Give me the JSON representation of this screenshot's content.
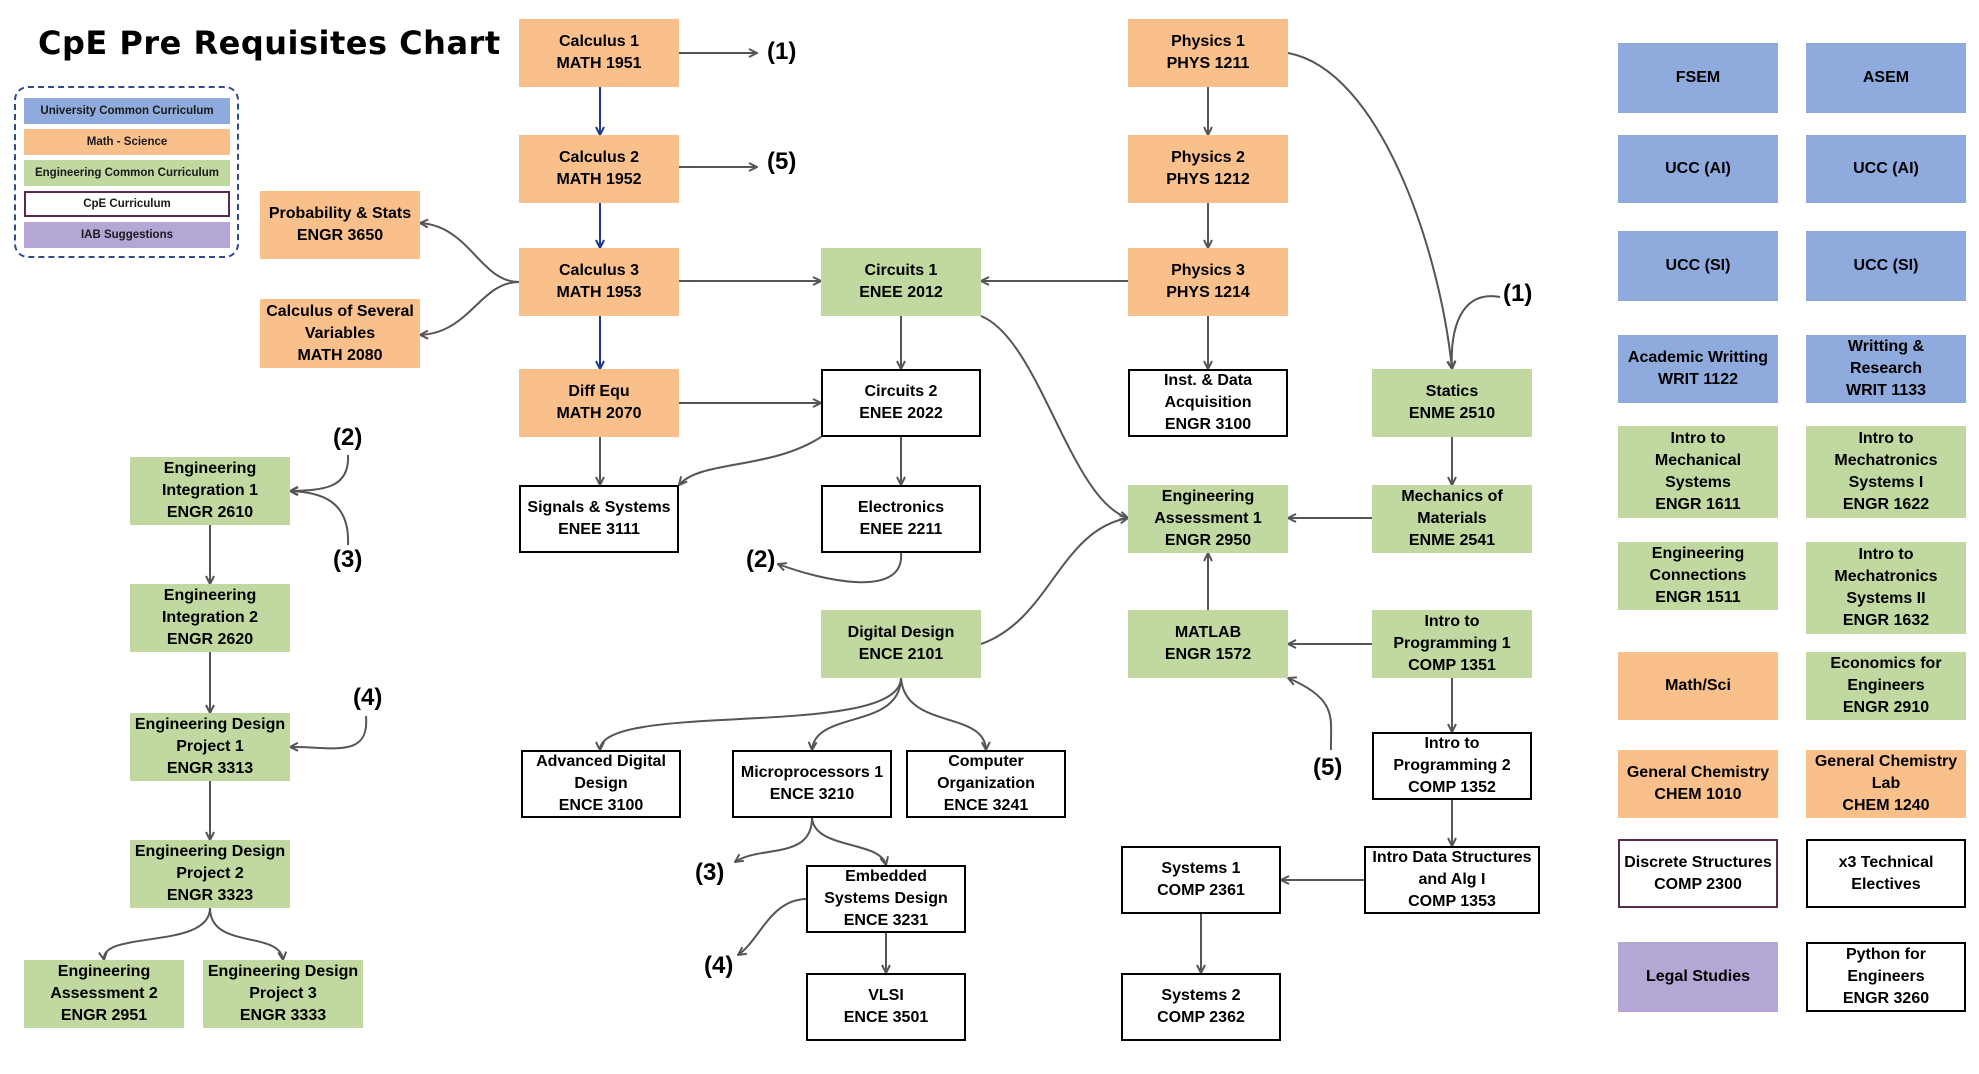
{
  "title": "CpE Pre Requisites Chart",
  "legend": {
    "ucc": "University Common Curriculum",
    "ms": "Math - Science",
    "ecc": "Engineering Common Curriculum",
    "cpe": "CpE Curriculum",
    "iab": "IAB Suggestions"
  },
  "colors": {
    "ucc": "#8faadc",
    "math_science": "#f9c08c",
    "ecc": "#c1d8a0",
    "cpe": "#ffffff",
    "iab": "#b4a7d6",
    "arrow": "#555555",
    "calc_arrow": "#1f3a93"
  },
  "courses": {
    "calc1": "Calculus 1\nMATH 1951",
    "calc2": "Calculus 2\nMATH 1952",
    "calc3": "Calculus 3\nMATH 1953",
    "diffeq": "Diff Equ\nMATH 2070",
    "probstats": "Probability & Stats\nENGR 3650",
    "calcsev": "Calculus of Several\nVariables\nMATH 2080",
    "phys1": "Physics 1\nPHYS 1211",
    "phys2": "Physics 2\nPHYS 1212",
    "phys3": "Physics 3\nPHYS 1214",
    "instdaq": "Inst. & Data\nAcquisition\nENGR 3100",
    "circuits1": "Circuits 1\nENEE 2012",
    "circuits2": "Circuits 2\nENEE 2022",
    "signals": "Signals & Systems\nENEE 3111",
    "electronics": "Electronics\nENEE 2211",
    "digital": "Digital Design\nENCE 2101",
    "advdigital": "Advanced Digital\nDesign\nENCE 3100",
    "micro": "Microprocessors 1\nENCE 3210",
    "comporg": "Computer\nOrganization\nENCE 3241",
    "embedded": "Embedded\nSystems Design\nENCE 3231",
    "vlsi": "VLSI\nENCE 3501",
    "statics": "Statics\nENME 2510",
    "mechmat": "Mechanics of\nMaterials\nENME 2541",
    "assess1": "Engineering\nAssessment 1\nENGR 2950",
    "matlab": "MATLAB\nENGR 1572",
    "prog1": "Intro to\nProgramming 1\nCOMP 1351",
    "prog2": "Intro to\nProgramming 2\nCOMP 1352",
    "datastruct": "Intro Data Structures\nand Alg I\nCOMP 1353",
    "sys1": "Systems 1\nCOMP 2361",
    "sys2": "Systems 2\nCOMP 2362",
    "integ1": "Engineering\nIntegration 1\nENGR 2610",
    "integ2": "Engineering\nIntegration 2\nENGR 2620",
    "design1": "Engineering Design\nProject 1\nENGR 3313",
    "design2": "Engineering Design\nProject 2\nENGR 3323",
    "assess2": "Engineering\nAssessment 2\nENGR 2951",
    "design3": "Engineering Design\nProject 3\nENGR 3333",
    "fsem": "FSEM",
    "asem": "ASEM",
    "ucc_ai_1": "UCC (AI)",
    "ucc_ai_2": "UCC (AI)",
    "ucc_si_1": "UCC (SI)",
    "ucc_si_2": "UCC (SI)",
    "writ1122": "Academic Writting\nWRIT 1122",
    "writ1133": "Writting &\nResearch\nWRIT 1133",
    "mech1611": "Intro to\nMechanical\nSystems\nENGR 1611",
    "mechatr1": "Intro to\nMechatronics\nSystems I\nENGR 1622",
    "conn1511": "Engineering\nConnections\nENGR 1511",
    "mechatr2": "Intro to\nMechatronics\nSystems II\nENGR 1632",
    "mathsci": "Math/Sci",
    "econ": "Economics for\nEngineers\nENGR 2910",
    "chem": "General Chemistry\nCHEM 1010",
    "chemlab": "General Chemistry\nLab\nCHEM 1240",
    "discrete": "Discrete Structures\nCOMP 2300",
    "techelec": "x3 Technical\nElectives",
    "legal": "Legal Studies",
    "python": "Python for\nEngineers\nENGR 3260"
  },
  "refs": {
    "calc1_out": "(1)",
    "calc2_out": "(5)",
    "statics_in": "(1)",
    "elec_out": "(2)",
    "micro_out": "(3)",
    "emb_out": "(4)",
    "matlab_in": "(5)",
    "integ1_a": "(2)",
    "integ1_b": "(3)",
    "design1_in": "(4)"
  }
}
